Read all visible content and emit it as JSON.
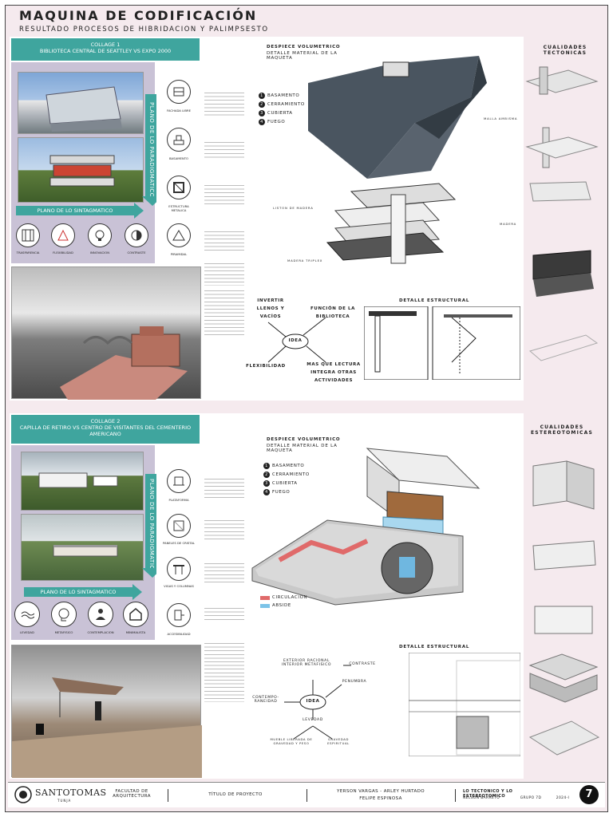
{
  "title": "MAQUINA DE CODIFICACIÓN",
  "subtitle": "RESULTADO PROCESOS DE HIBRIDACION Y PALIMPSESTO",
  "collage1": {
    "header": "COLLAGE 1",
    "header_sub": "BIBLIOTECA CENTRAL DE SEATTLEY VS EXPO 2000",
    "paradigm": "PLANO DE LO PARADIGMATICO",
    "syntagm": "PLANO DE LO SINTAGMATICO",
    "right_icons": [
      "FACHADA LIBRE",
      "BASAMENTO",
      "ESTRUCTURA METALICA",
      "PIRAMIDAL"
    ],
    "bottom_icons": [
      "TRASPARENCIA",
      "FLEXIBILIDAD",
      "INNOVACION",
      "CONTRASTE"
    ],
    "explode_title": "DESPIECE VOLUMETRICO",
    "explode_sub": "DETALLE MATERIAL DE LA MAQUETA",
    "legend": [
      "BASAMENTO",
      "CERRAMIENTO",
      "CUBIERTA",
      "FUEGO"
    ],
    "material_labels": [
      "MALLA AMBISMA",
      "LISTON DE MADERA",
      "MADERA TRIPLEX",
      "MADERA"
    ],
    "mindmap": {
      "center": "IDEA",
      "nodes": [
        "INVERTIR LLENOS Y VACÍOS",
        "FUNCIÓN DE LA BIBLIOTECA",
        "FLEXIBILIDAD",
        "MAS QUE LECTURA INTEGRA OTRAS ACTIVIDADES"
      ]
    },
    "detail_title": "DETALLE ESTRUCTURAL"
  },
  "collage2": {
    "header": "COLLAGE 2",
    "header_sub": "CAPILLA DE RETIRO VS CENTRO DE VISITANTES DEL CEMENTERIO AMERICANO",
    "paradigm": "PLANO DE LO PARADIGMATICO",
    "syntagm": "PLANO DE LO SINTAGMATICO",
    "right_icons": [
      "PLATAFORMA",
      "PANELES DE CRISTAL",
      "VIGAS Y COLUMNAS",
      "ACCESIBILIDAD"
    ],
    "bottom_icons": [
      "LEVEDAD",
      "METAFISICO",
      "CONTEMPLACION",
      "MINIMALISTA"
    ],
    "explode_title": "DESPIECE VOLUMETRICO",
    "explode_sub": "DETALLE MATERIAL DE LA MAQUETA",
    "legend": [
      "BASAMENTO",
      "CERRAMIENTO",
      "CUBIERTA",
      "FUEGO"
    ],
    "circ_legend": [
      "CIRCULACION",
      "ABSIDE"
    ],
    "mindmap": {
      "center": "IDEA",
      "nodes": [
        "EXTERIOR RACIONAL INTERIOR METAFISICO",
        "CONTRASTE",
        "PENUMBRA",
        "CONTEMPO-RANEIDAD",
        "LEVEDAD",
        "MUEBLE LIBERADA DE GRAVEDAD Y PESO",
        "GRAVEDAD ESPIRITUAL"
      ]
    },
    "detail_title": "DETALLE ESTRUCTURAL"
  },
  "side": {
    "tectonic_title": "CUALIDADES TECTONICAS",
    "stereotomic_title": "CUALIDADES ESTEREOTOMICAS"
  },
  "footer": {
    "university": "SANTOTOMAS",
    "city": "TUNJA",
    "faculty": "FACULTAD DE ARQUITECTURA",
    "project": "TÍTULO DE PROYECTO",
    "authors_1": "YERSON VARGAS - ARLEY HURTADO",
    "authors_2": "FELIPE ESPINOSA",
    "course": "LO TECTONICO Y LO ESTEREOTOMICO",
    "teacher": "NELSON BARRETO",
    "group": "GRUPO 7D",
    "year": "2024-I",
    "page": "7"
  },
  "colors": {
    "teal": "#3fa59e",
    "lilac": "#c9c2d6",
    "circulation": "#e06a6a",
    "abside": "#7cc3e8"
  }
}
